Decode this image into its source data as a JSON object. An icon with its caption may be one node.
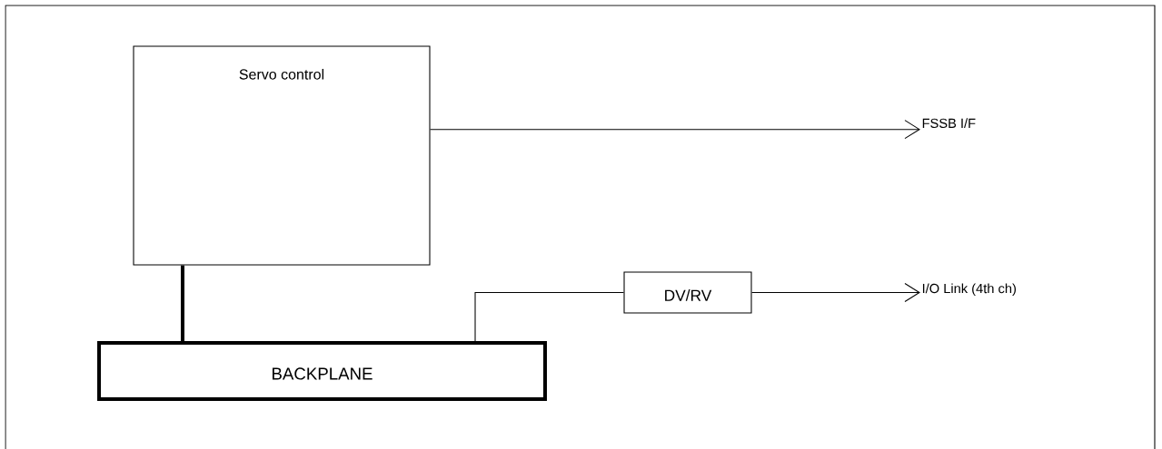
{
  "diagram": {
    "nodes": [
      {
        "text": [
          "Servo control"
        ]
      },
      {
        "text": [
          "BACKPLANE"
        ]
      },
      {
        "text": [
          "DV/RV"
        ]
      },
      {
        "text": [
          "FSSB I/F"
        ]
      },
      {
        "text": [
          "I/O Link (4th ch)"
        ]
      }
    ],
    "edges": [
      {
        "from": 0,
        "to": 3,
        "arrow": "to"
      },
      {
        "from": 0,
        "to": 1,
        "arrow": "none",
        "style": "thick"
      },
      {
        "from": 1,
        "to": 2,
        "arrow": "none"
      },
      {
        "from": 2,
        "to": 4,
        "arrow": "to"
      }
    ]
  }
}
